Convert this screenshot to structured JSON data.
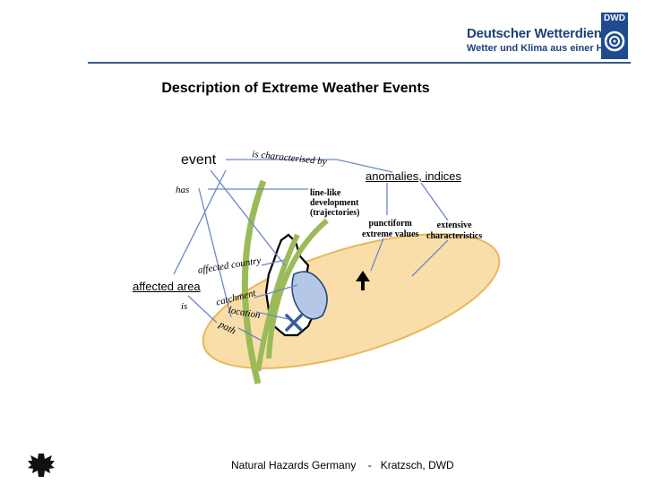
{
  "header": {
    "org_name": "Deutscher Wetterdienst",
    "org_tagline": "Wetter und Klima aus einer Hand",
    "org_abbr": "DWD"
  },
  "slide": {
    "title": "Description of Extreme Weather Events"
  },
  "diagram": {
    "event": "event",
    "is_characterised_by": "is characterised by",
    "anomalies_indices": "anomalies, indices",
    "has": "has",
    "line_like_1": "line-like",
    "line_like_2": "development",
    "line_like_3": "(trajectories)",
    "punctiform_1": "punctiform",
    "punctiform_2": "extreme values",
    "extensive_1": "extensive",
    "extensive_2": "characteristics",
    "affected_country": "affected country",
    "affected_area": "affected area",
    "is": "is",
    "catchment": "catchment",
    "location": "location",
    "path": "path"
  },
  "footer": {
    "text": "Natural Hazards Germany    -   Kratzsch, DWD"
  },
  "colors": {
    "brand_blue": "#1f4c8f",
    "area_fill": "#f9deaa",
    "area_stroke": "#e9b85b",
    "trajectory_green": "#9bbb59",
    "connector_blue": "#6f86c6",
    "catchment_blue": "#b4c7e7",
    "location_cross": "#3b5ca0"
  }
}
